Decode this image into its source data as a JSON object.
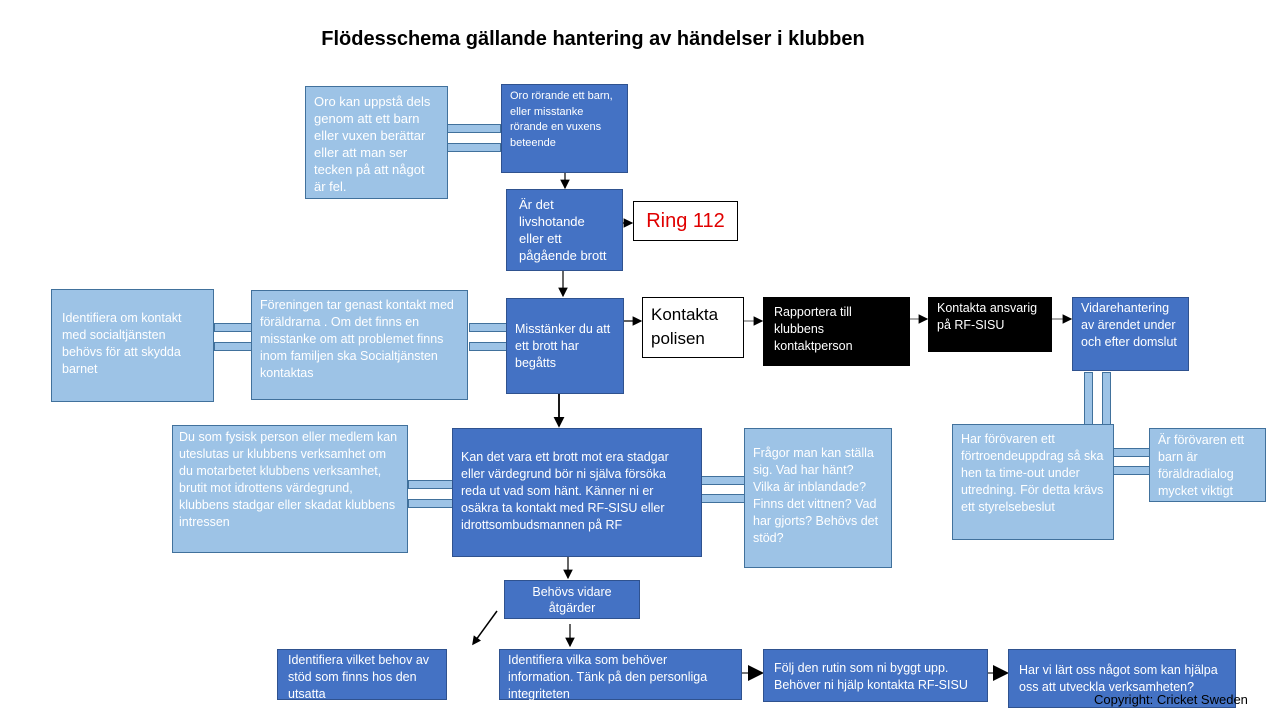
{
  "title": "Flödesschema gällande hantering av händelser i klubben",
  "boxes": {
    "oro_uppsta": "Oro kan uppstå dels genom att ett barn eller vuxen berättar eller att man ser tecken på att något är fel.",
    "oro_rorande": "Oro rörande ett barn, eller misstanke rörande en vuxens beteende",
    "livshotande": "Är det livshotande eller ett pågående brott",
    "ring112": "Ring 112",
    "identifiera_kontakt": "Identifiera om kontakt med socialtjänsten behövs för att skydda barnet",
    "foreningen": "Föreningen tar genast kontakt med föräldrarna . Om det finns en misstanke om att problemet finns inom familjen ska Socialtjänsten kontaktas",
    "misstanker": "Misstänker du att ett brott har begåtts",
    "kontakta_polisen": "Kontakta polisen",
    "rapportera": "Rapportera till klubbens kontaktperson",
    "kontakta_ansvarig": "Kontakta ansvarig på RF-SISU",
    "vidarehantering": "Vidarehantering av ärendet under och efter domslut",
    "du_som": "Du som fysisk person eller medlem kan uteslutas ur klubbens verksamhet om du  motarbetet klubbens verksamhet, brutit mot idrottens värdegrund, klubbens stadgar eller skadat klubbens intressen",
    "kan_det_vara": "Kan det vara ett brott mot era stadgar eller värdegrund bör ni själva försöka reda ut vad som hänt. Känner ni er osäkra ta kontakt med RF-SISU eller idrottsombudsmannen på RF",
    "fragor": "Frågor man kan ställa sig. Vad har hänt? Vilka är inblandade? Finns det vittnen? Vad har gjorts? Behövs det stöd?",
    "har_forovaren": "Har förövaren ett förtroendeuppdrag så ska hen ta time-out under utredning. För detta krävs ett styrelsebeslut",
    "ar_forovaren": "Är förövaren ett barn är föräldradialog mycket viktigt",
    "behovs_vidare": "Behövs vidare åtgärder",
    "identifiera_behov": "Identifiera vilket behov av stöd som finns hos den utsatta",
    "identifiera_vilka": "Identifiera vilka som behöver information. Tänk på den personliga integriteten",
    "folj_rutin": "Följ den rutin som ni byggt upp. Behöver ni hjälp kontakta RF-SISU",
    "har_vi_lart": "Har vi lärt oss något som kan hjälpa oss att utveckla verksamheten?"
  },
  "copyright": "Copyright: Cricket Sweden",
  "colors": {
    "light": "#9dc3e6",
    "dark": "#4472c4",
    "black": "#000000",
    "ring_text": "#e00000"
  }
}
